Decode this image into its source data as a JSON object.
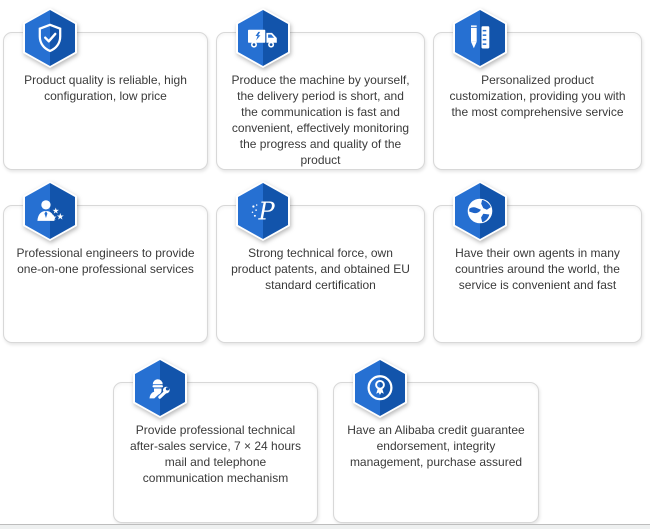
{
  "colors": {
    "hex_left": "#2670d2",
    "hex_right": "#1254ab",
    "hex_outline": "#ffffff",
    "card_border": "#d8d8d8",
    "text": "#3a3a3a",
    "bottom_band": "#eef0f0"
  },
  "cards": [
    {
      "icon": "shield-check-icon",
      "text": "Product quality is reliable, high configuration, low price"
    },
    {
      "icon": "fast-delivery-truck-icon",
      "text": "Produce the machine by yourself, the delivery period is short, and the communication is fast and convenient, effectively monitoring the progress and quality of the product"
    },
    {
      "icon": "pencil-ruler-icon",
      "text": "Personalized product customization, providing you with the most comprehensive service"
    },
    {
      "icon": "engineer-stars-icon",
      "text": "Professional engineers to provide one-on-one professional services"
    },
    {
      "icon": "patent-p-icon",
      "text": "Strong technical force, own product patents, and obtained EU standard certification"
    },
    {
      "icon": "globe-icon",
      "text": "Have their own agents in many countries around the world, the service is convenient and fast"
    },
    {
      "icon": "technical-support-icon",
      "text": "Provide professional technical after-sales service, 7 × 24 hours mail and telephone communication mechanism"
    },
    {
      "icon": "credit-badge-icon",
      "text": "Have an Alibaba credit guarantee endorsement, integrity management, purchase assured"
    }
  ]
}
